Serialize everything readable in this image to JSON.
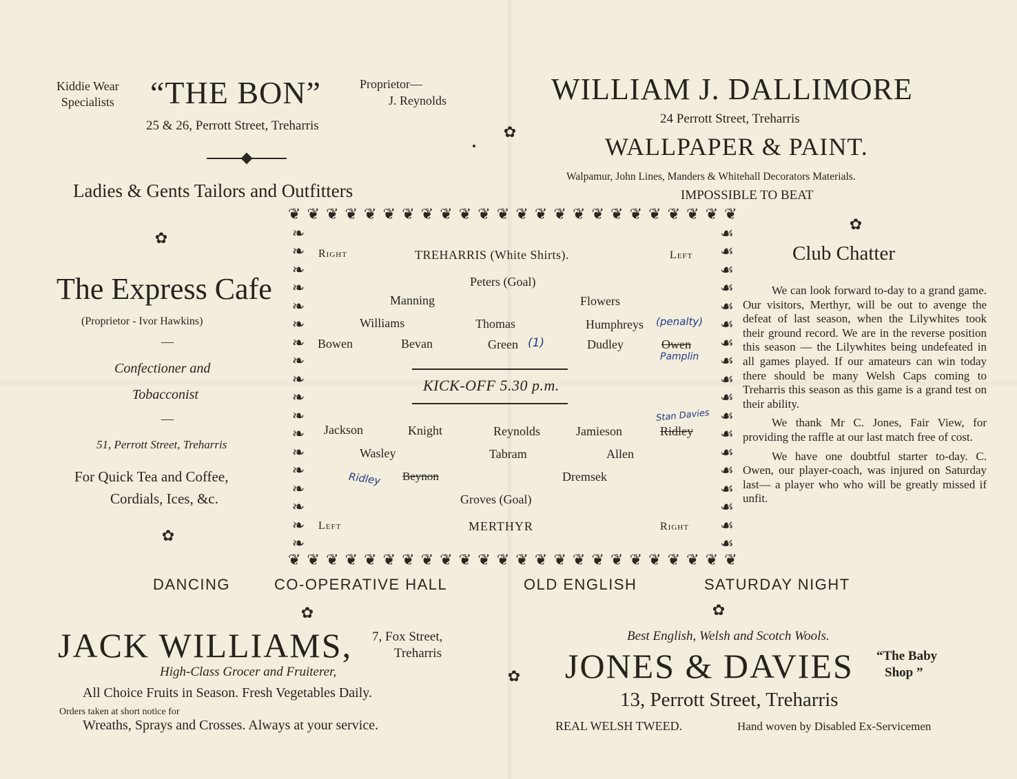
{
  "the_bon": {
    "kiddie_wear": "Kiddie Wear",
    "specialists": "Specialists",
    "name": "“THE BON”",
    "proprietor_line1": "Proprietor—",
    "proprietor_line2": "J. Reynolds",
    "address": "25 & 26, Perrott Street, Treharris",
    "tagline": "Ladies & Gents Tailors and Outfitters"
  },
  "dallimore": {
    "name": "WILLIAM J. DALLIMORE",
    "address": "24 Perrott Street, Treharris",
    "trade": "WALLPAPER & PAINT.",
    "materials": "Walpamur, John Lines, Manders & Whitehall Decorators Materials.",
    "slogan": "IMPOSSIBLE TO BEAT"
  },
  "express_cafe": {
    "name": "The Express Cafe",
    "proprietor": "(Proprietor  -  Ivor Hawkins)",
    "dash1": "—",
    "line1": "Confectioner and",
    "line2": "Tobacconist",
    "dash2": "—",
    "address": "51, Perrott Street, Treharris",
    "offer1": "For Quick Tea and Coffee,",
    "offer2": "Cordials, Ices, &c."
  },
  "lineup": {
    "home_right": "Right",
    "home_team": "TREHARRIS (White Shirts).",
    "home_left": "Left",
    "home_players": {
      "goal": "Peters (Goal)",
      "backs": [
        "Manning",
        "Flowers"
      ],
      "halves": [
        "Williams",
        "Thomas",
        "Humphreys"
      ],
      "forwards": [
        "Bowen",
        "Bevan",
        "Green",
        "Dudley",
        "Owen"
      ]
    },
    "kickoff": "KICK-OFF 5.30 p.m.",
    "away_players": {
      "forwards": [
        "Jackson",
        "Knight",
        "Reynolds",
        "Jamieson",
        "Ridley"
      ],
      "halves": [
        "Wasley",
        "Tabram",
        "Allen"
      ],
      "backs": [
        "Beynon",
        "Dremsek"
      ],
      "goal": "Groves (Goal)"
    },
    "away_left": "Left",
    "away_team": "MERTHYR",
    "away_right": "Right"
  },
  "handwriting": {
    "penalty": "(penalty)",
    "green_goals": "(1)",
    "owen_replacement": "Pamplin",
    "ridley_replacement": "Stan Davies",
    "beynon_replacement": "Ridley"
  },
  "club_chatter": {
    "title": "Club Chatter",
    "paragraphs": [
      "We can look forward to-day to a grand game.  Our visitors, Merthyr, will be out to avenge the defeat of last season, when the Lilywhites took their ground record.  We are in the reverse position this season — the Lilywhites being undefeated in all games played. If our amateurs can win today there should be many Welsh Caps coming to Treharris this season as this game is a grand test on their ability.",
      "We thank Mr C. Jones, Fair View, for providing the raffle at our last match free of cost.",
      "We have one doubtful starter to-day.  C. Owen, our player-coach, was injured on Saturday last— a player who who will be greatly missed if unfit."
    ]
  },
  "dancing_banner": {
    "part1": "DANCING",
    "part2": "CO-OPERATIVE HALL",
    "part3": "OLD ENGLISH",
    "part4": "SATURDAY NIGHT"
  },
  "jack_williams": {
    "name": "JACK WILLIAMS,",
    "address1": "7, Fox Street,",
    "address2": "Treharris",
    "trade": "High-Class Grocer and Fruiterer,",
    "line1": "All Choice Fruits in Season.  Fresh Vegetables Daily.",
    "orders": "Orders taken at short notice for",
    "line2": "Wreaths, Sprays and Crosses.  Always at your  service."
  },
  "jones_davies": {
    "wools": "Best English, Welsh and Scotch Wools.",
    "name": "JONES & DAVIES",
    "baby1": "“The Baby",
    "baby2": "Shop ”",
    "address": "13, Perrott Street, Treharris",
    "tweed": "REAL WELSH TWEED.",
    "woven": "Hand woven by Disabled Ex-Servicemen"
  },
  "ornament": "✿"
}
